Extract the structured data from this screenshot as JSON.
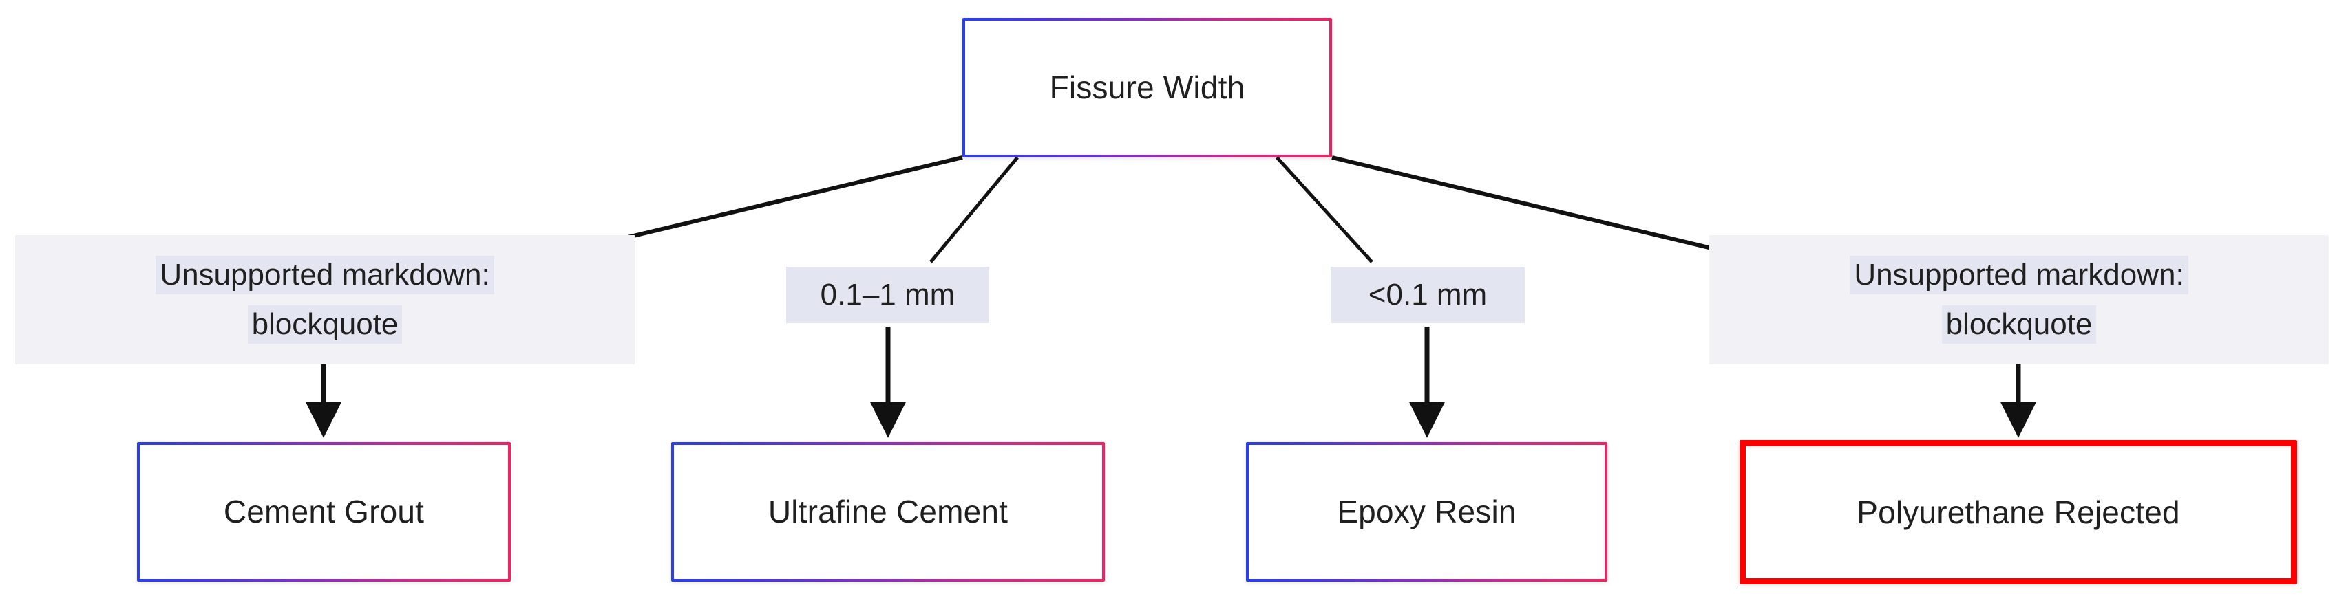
{
  "diagram": {
    "type": "flowchart",
    "orientation": "top-down",
    "title": "Fissure Width decision flowchart",
    "background_color": "#ffffff"
  },
  "colors": {
    "gradient_start": "#2b3fee",
    "gradient_end": "#ee2462",
    "danger_border": "#ff0000",
    "label_panel_bg": "#f1f1f6",
    "label_chip_bg": "#e3e5f0",
    "text": "#1f1f1f",
    "connector": "#1a1a1a"
  },
  "root": {
    "id": "fissure-width",
    "label": "Fissure Width",
    "style": "gradient-border"
  },
  "edges": [
    {
      "id": "edge-1",
      "from": "fissure-width",
      "to": "cement-grout",
      "label_kind": "panel",
      "label_lines": [
        "Unsupported markdown:",
        "blockquote"
      ]
    },
    {
      "id": "edge-2",
      "from": "fissure-width",
      "to": "ultrafine-cement",
      "label_kind": "chip",
      "label": "0.1–1 mm"
    },
    {
      "id": "edge-3",
      "from": "fissure-width",
      "to": "epoxy-resin",
      "label_kind": "chip",
      "label": "<0.1 mm"
    },
    {
      "id": "edge-4",
      "from": "fissure-width",
      "to": "polyurethane-rejected",
      "label_kind": "panel",
      "label_lines": [
        "Unsupported markdown:",
        "blockquote"
      ]
    }
  ],
  "leaves": [
    {
      "id": "cement-grout",
      "label": "Cement Grout",
      "style": "gradient-border"
    },
    {
      "id": "ultrafine-cement",
      "label": "Ultrafine Cement",
      "style": "gradient-border"
    },
    {
      "id": "epoxy-resin",
      "label": "Epoxy Resin",
      "style": "gradient-border"
    },
    {
      "id": "polyurethane-rejected",
      "label": "Polyurethane Rejected",
      "style": "red-border"
    }
  ]
}
